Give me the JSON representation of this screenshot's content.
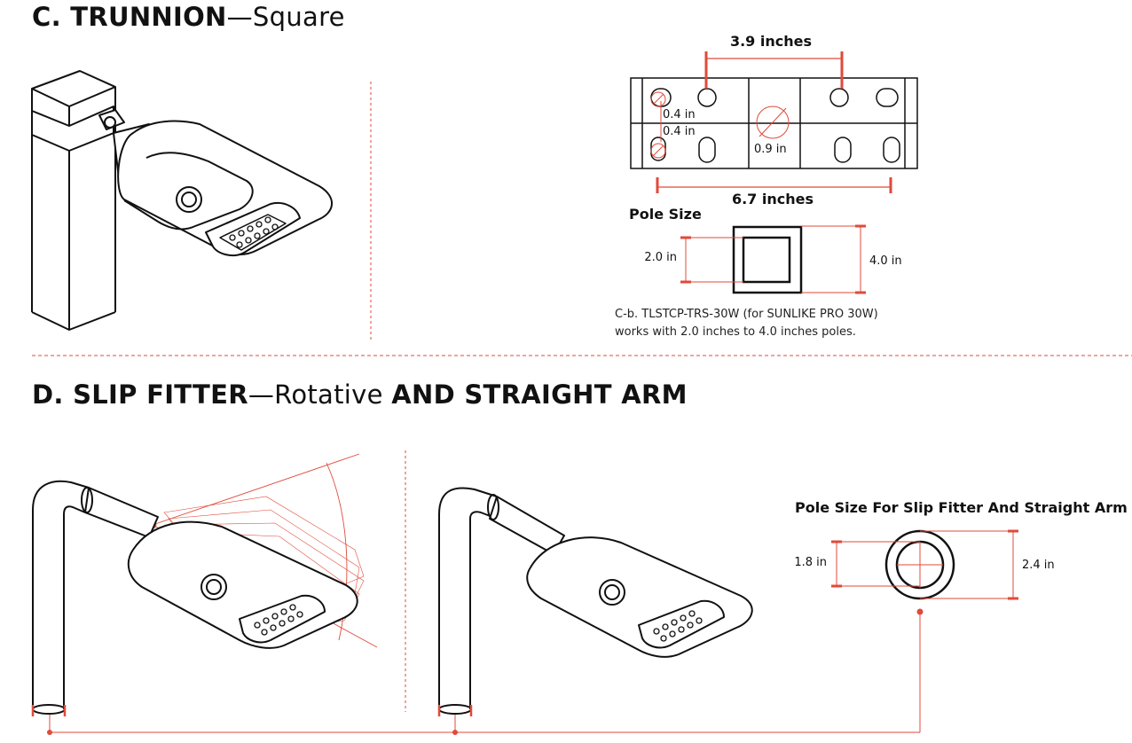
{
  "section_c": {
    "title_bold": "C. TRUNNION",
    "title_light": "—Square",
    "plate": {
      "top_dimension": "3.9 inches",
      "bottom_dimension": "6.7 inches",
      "slot_dim_1": "0.4 in",
      "slot_dim_2": "0.4 in",
      "center_hole": "0.9 in"
    },
    "pole_size": {
      "label": "Pole Size",
      "inner": "2.0 in",
      "outer": "4.0 in"
    },
    "note_line1": "C-b. TLSTCP-TRS-30W (for SUNLIKE PRO 30W)",
    "note_line2": "works with 2.0 inches to 4.0 inches poles."
  },
  "section_d": {
    "title_bold_1": "D. SLIP FITTER",
    "title_light": "—Rotative ",
    "title_bold_2": "AND STRAIGHT ARM",
    "pole_size": {
      "label": "Pole Size For Slip Fitter And Straight Arm",
      "inner": "1.8 in",
      "outer": "2.4 in"
    }
  },
  "colors": {
    "accent": "#e04a3a",
    "line": "#111111"
  }
}
